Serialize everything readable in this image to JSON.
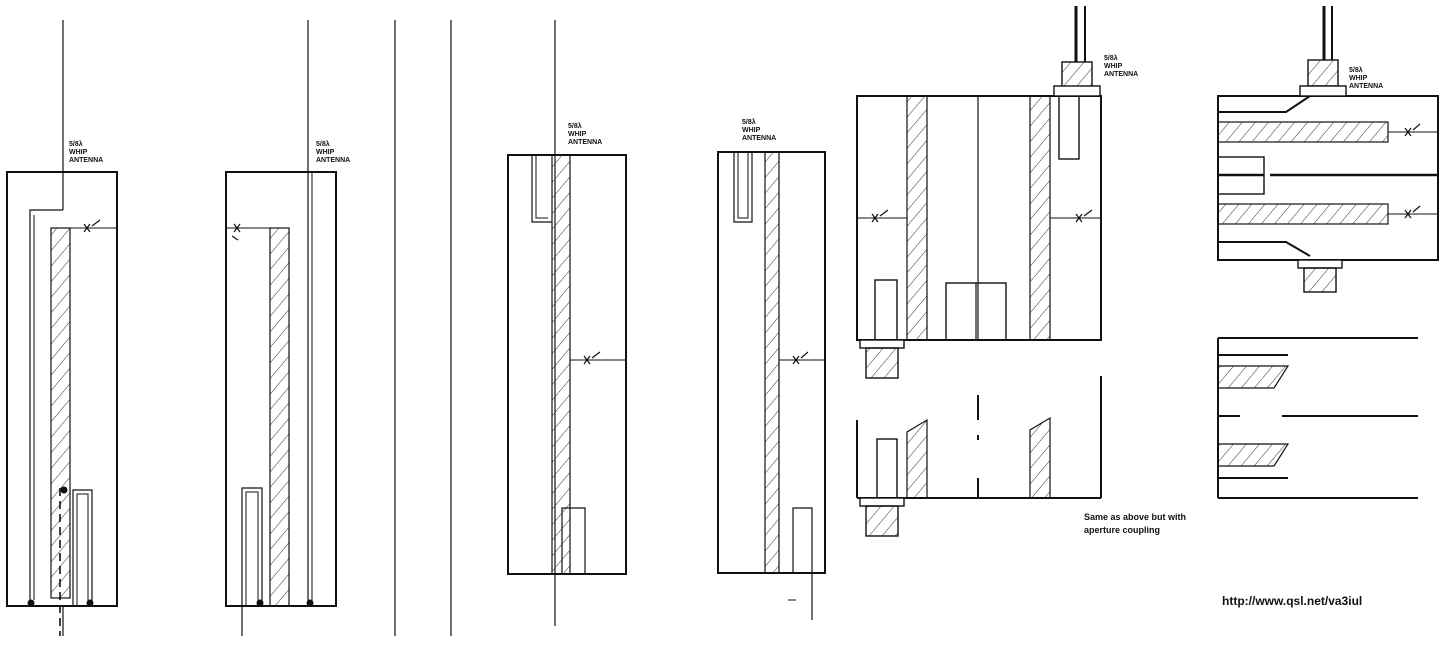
{
  "diagram": {
    "antenna_label_line1": "5/8λ",
    "antenna_label_line2": "WHIP",
    "antenna_label_line3": "ANTENNA",
    "caption_line1": "Same as above but with",
    "caption_line2": "aperture coupling",
    "url": "http://www.qsl.net/va3iul"
  },
  "colors": {
    "ink": "#111111",
    "paper": "#ffffff"
  }
}
